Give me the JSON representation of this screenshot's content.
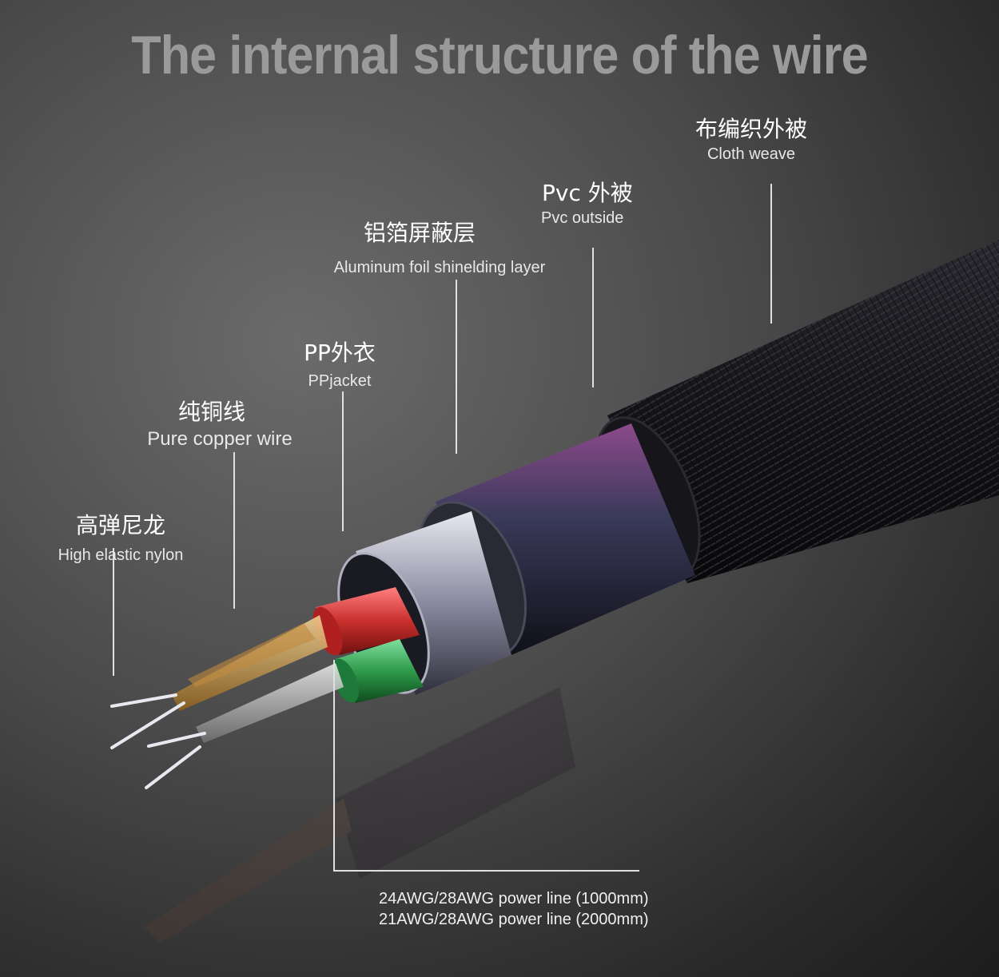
{
  "title": "The internal structure of the wire",
  "labels": {
    "cloth": {
      "cn": "布编织外被",
      "en": "Cloth weave"
    },
    "pvc": {
      "cn": "Pvc 外被",
      "en": "Pvc outside"
    },
    "foil": {
      "cn": "铝箔屏蔽层",
      "en": "Aluminum foil shinelding layer"
    },
    "pp": {
      "cn": "PP外衣",
      "en": "PPjacket"
    },
    "copper": {
      "cn": "纯铜线",
      "en": "Pure copper wire"
    },
    "nylon": {
      "cn": "高弹尼龙",
      "en": "High elastic nylon"
    }
  },
  "spec": {
    "line1": "24AWG/28AWG power line (1000mm)",
    "line2": "21AWG/28AWG power line (2000mm)"
  },
  "colors": {
    "red_core": "#c8302c",
    "green_core": "#2e9a4a",
    "pvc": "#3a3a52",
    "braid": "#1a1a1e"
  }
}
